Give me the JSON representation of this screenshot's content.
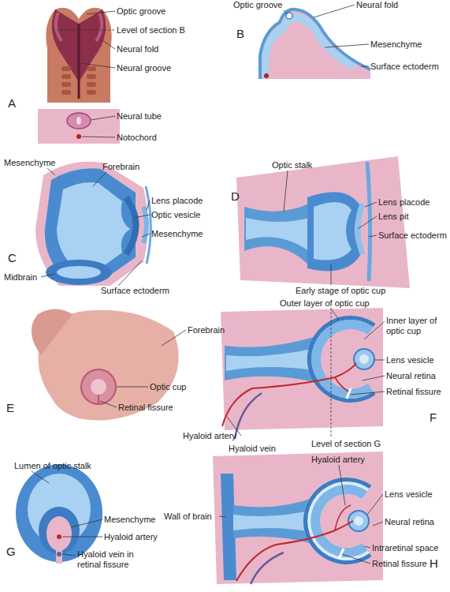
{
  "diagram": {
    "labels": [
      "Optic groove",
      "Level of section B",
      "Neural fold",
      "Neural groove",
      "Neural tube",
      "Notochord",
      "A",
      "Optic groove",
      "Neural fold",
      "Mesenchyme",
      "Surface ectoderm",
      "B",
      "Mesenchyme",
      "Forebrain",
      "Lens placode",
      "Optic vesicle",
      "Mesenchyme",
      "Midbrain",
      "Surface ectoderm",
      "C",
      "Optic stalk",
      "Lens placode",
      "Lens pit",
      "Surface ectoderm",
      "Early stage of optic cup",
      "D",
      "Forebrain",
      "Optic cup",
      "Retinal fissure",
      "E",
      "Outer layer of optic cup",
      "Inner layer of optic cup",
      "Lens vesicle",
      "Neural retina",
      "Retinal fissure",
      "Hyaloid artery",
      "Hyaloid vein",
      "Level of section G",
      "F",
      "Lumen of optic stalk",
      "Mesenchyme",
      "Hyaloid artery",
      "Hyaloid vein in retinal fissure",
      "G",
      "Hyaloid artery",
      "Lens vesicle",
      "Wall of brain",
      "Neural retina",
      "Intraretinal space",
      "Retinal fissure",
      "H"
    ]
  }
}
